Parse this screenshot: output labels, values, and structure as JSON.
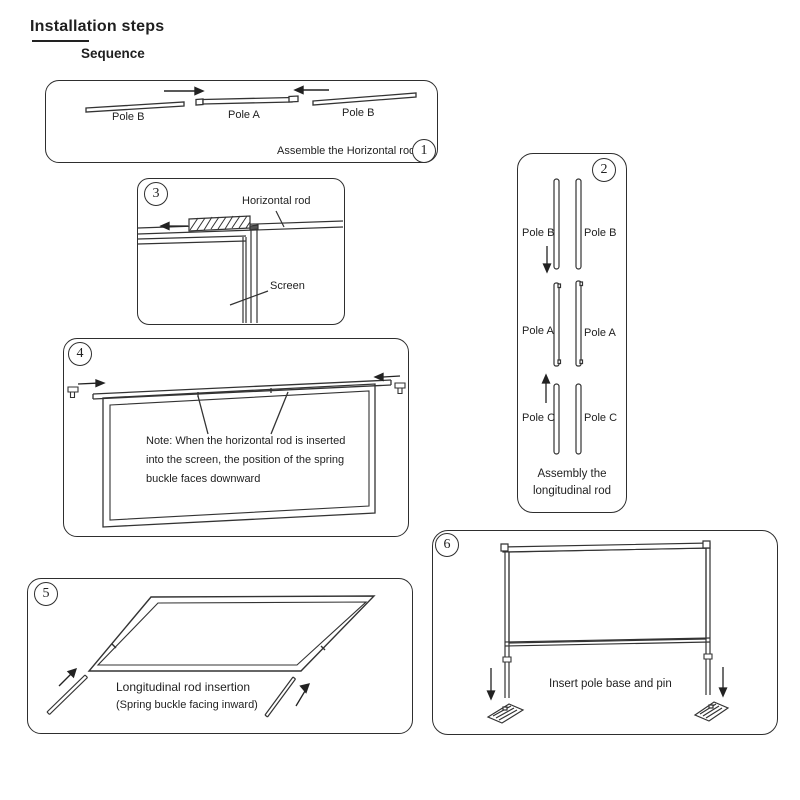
{
  "page": {
    "title": "Installation steps",
    "subtitle": "Sequence"
  },
  "steps": {
    "one": {
      "number": "1",
      "caption": "Assemble the Horizontal rod",
      "labels": {
        "pole_b_left": "Pole B",
        "pole_a": "Pole A",
        "pole_b_right": "Pole B"
      }
    },
    "two": {
      "number": "2",
      "labels": {
        "pole_b_left": "Pole B",
        "pole_b_right": "Pole B",
        "pole_a_left": "Pole A",
        "pole_a_right": "Pole A",
        "pole_c_left": "Pole C",
        "pole_c_right": "Pole C"
      },
      "caption_line1": "Assembly the",
      "caption_line2": "longitudinal rod"
    },
    "three": {
      "number": "3",
      "labels": {
        "horizontal_rod": "Horizontal rod",
        "screen": "Screen"
      }
    },
    "four": {
      "number": "4",
      "note_line1": "Note: When the horizontal rod is inserted",
      "note_line2": "into the screen, the position of the spring",
      "note_line3": "buckle faces downward"
    },
    "five": {
      "number": "5",
      "caption": "Longitudinal rod insertion",
      "subcaption": "(Spring buckle facing inward)"
    },
    "six": {
      "number": "6",
      "caption": "Insert pole base and pin"
    }
  },
  "colors": {
    "line": "#2e2e2e",
    "text": "#1f1f1f",
    "background": "#ffffff"
  }
}
